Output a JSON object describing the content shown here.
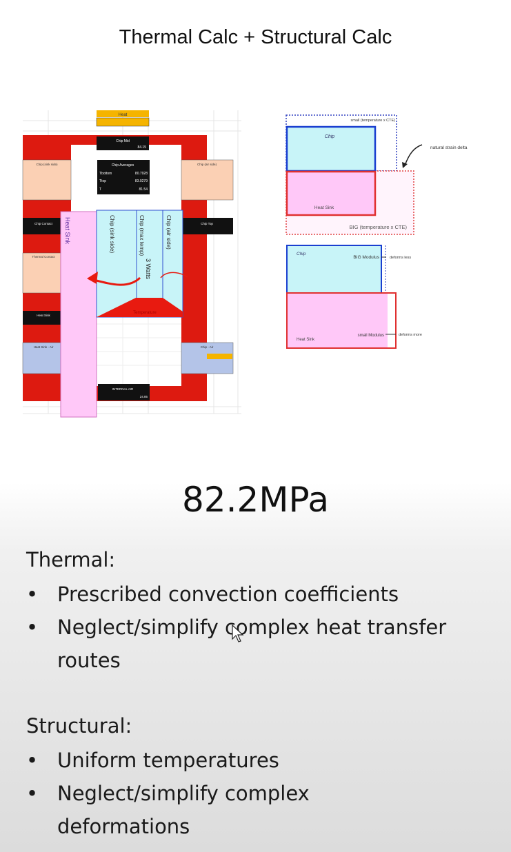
{
  "title": "Thermal Calc + Structural Calc",
  "thermal_figure": {
    "heat_label": "Heat",
    "chip_mid": {
      "label": "Chip Mid",
      "value": "84.15"
    },
    "chip_averages": {
      "label": "Chip Averages",
      "rows": [
        [
          "Tbottom",
          "80.7928"
        ],
        [
          "Ttop",
          "83.0279"
        ],
        [
          "T",
          "81.54"
        ]
      ]
    },
    "chip_sink_side_box": "Chip (sink side)",
    "chip_air_side_box": "Chip (air side)",
    "chip_contact": "Chip Contact",
    "chip_top": "Chip Top",
    "thermal_contact": "Thermal Contact",
    "heat_sink_box": "Heat Sink",
    "heat_sink_air": "Heat Sink - Air",
    "chip_air": "Chip - Air",
    "internal_air": {
      "label": "INTERNAL AIR",
      "value": "24.85"
    },
    "heat_sink_strip": "Heat Sink",
    "chip_columns": [
      "Chip (sink side)",
      "Chip (max temp)",
      "Chip (air side)"
    ],
    "power": "3 Watts",
    "temperature_label": "Temperature"
  },
  "structural_figure": {
    "top": {
      "small_label": "small (temperature x CTE)",
      "chip": "Chip",
      "heat_sink": "Heat Sink",
      "big_label": "BIG (temperature x CTE)",
      "annotation": "natural strain delta"
    },
    "bottom": {
      "chip": "Chip",
      "big_modulus": "BIG Modulus",
      "deforms_less": "deforms less",
      "heat_sink": "Heat Sink",
      "small_modulus": "small Modulus",
      "deforms_more": "deforms more"
    },
    "colors": {
      "chip": "#c8f4f8",
      "heat_sink": "#ffc8f8",
      "chip_border": "#1a3fd0",
      "sink_border": "#e03030"
    }
  },
  "result_value": "82.2MPa",
  "sections": [
    {
      "heading": "Thermal:",
      "bullets": [
        "Prescribed convection coefficients",
        "Neglect/simplify complex heat transfer routes"
      ]
    },
    {
      "heading": "Structural:",
      "bullets": [
        "Uniform temperatures",
        "Neglect/simplify complex deformations"
      ]
    }
  ]
}
